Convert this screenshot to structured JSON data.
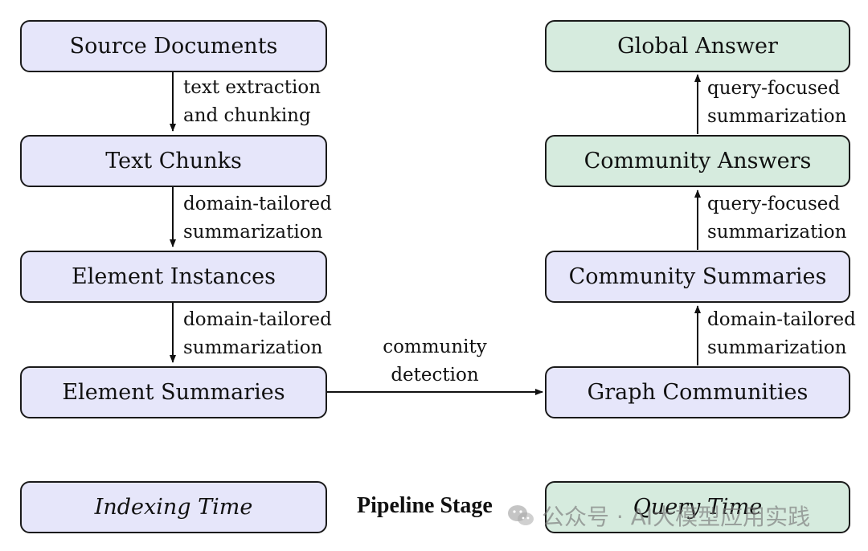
{
  "nodes": {
    "source_documents": "Source Documents",
    "text_chunks": "Text Chunks",
    "element_instances": "Element Instances",
    "element_summaries": "Element Summaries",
    "graph_communities": "Graph Communities",
    "community_summaries": "Community Summaries",
    "community_answers": "Community Answers",
    "global_answer": "Global Answer"
  },
  "edges": {
    "e1": {
      "line1": "text extraction",
      "line2": "and chunking"
    },
    "e2": {
      "line1": "domain-tailored",
      "line2": "summarization"
    },
    "e3": {
      "line1": "domain-tailored",
      "line2": "summarization"
    },
    "e4": {
      "line1": "community",
      "line2": "detection"
    },
    "e5": {
      "line1": "domain-tailored",
      "line2": "summarization"
    },
    "e6": {
      "line1": "query-focused",
      "line2": "summarization"
    },
    "e7": {
      "line1": "query-focused",
      "line2": "summarization"
    }
  },
  "legend": {
    "indexing": "Indexing Time",
    "title": "Pipeline Stage",
    "query": "Query Time"
  },
  "watermark": "公众号 · AI大模型应用实践",
  "colors": {
    "indexing_fill": "#e6e6fa",
    "query_fill": "#d6ebde",
    "stroke": "#1a1a1a"
  }
}
